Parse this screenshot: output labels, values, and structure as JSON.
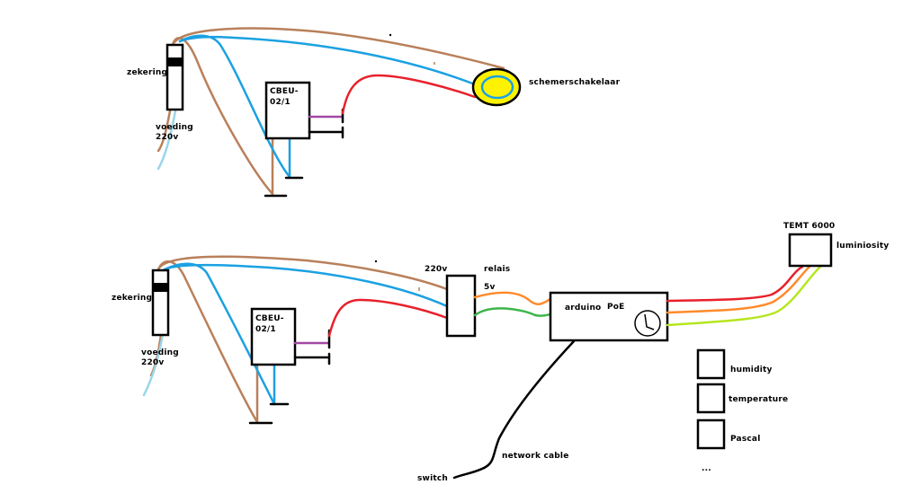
{
  "colors": {
    "brown": "#b9805a",
    "blue": "#1ba1e2",
    "light_blue": "#9ad6ea",
    "red": "#e8212b",
    "purple": "#a349a4",
    "orange": "#ff8a2a",
    "green": "#3cb54a",
    "lime": "#b5e61d",
    "yellow": "#fff200",
    "black": "#000000"
  },
  "top_circuit": {
    "fuse_label": "zekering",
    "supply_label_line1": "voeding",
    "supply_label_line2": "220v",
    "module_label_line1": "CBEU-",
    "module_label_line2": "02/1",
    "twilight_switch_label": "schemerschakelaar"
  },
  "bottom_circuit": {
    "fuse_label": "zekering",
    "supply_label_line1": "voeding",
    "supply_label_line2": "220v",
    "module_label_line1": "CBEU-",
    "module_label_line2": "02/1",
    "relay_voltage_high": "220v",
    "relay_label": "relais",
    "relay_voltage_low": "5v",
    "controller_label": "arduino",
    "poe_label": "PoE",
    "network_cable_label": "network cable",
    "switch_label": "switch",
    "light_sensor_model": "TEMT 6000",
    "light_sensor_label": "luminiosity",
    "sensors": [
      {
        "label": "humidity"
      },
      {
        "label": "temperature"
      },
      {
        "label": "Pascal"
      }
    ],
    "more_label": "..."
  }
}
